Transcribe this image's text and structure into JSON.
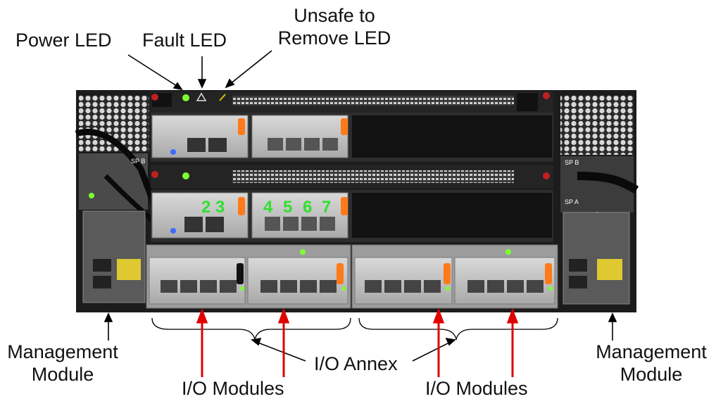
{
  "labels": {
    "power_led": "Power LED",
    "fault_led": "Fault LED",
    "unsafe_line1": "Unsafe to",
    "unsafe_line2": "Remove LED",
    "mgmt_left_line1": "Management",
    "mgmt_left_line2": "Module",
    "mgmt_right_line1": "Management",
    "mgmt_right_line2": "Module",
    "io_annex": "I/O Annex",
    "io_modules_left": "I/O Modules",
    "io_modules_right": "I/O Modules"
  },
  "hardware": {
    "sp_b_left": "SP B",
    "sp_b_right": "SP B",
    "sp_a_right": "SP A",
    "port_numbers": [
      "2",
      "3",
      "4",
      "5",
      "6",
      "7"
    ]
  },
  "colors": {
    "arrow_red": "#e00000",
    "led_green": "#7dff30",
    "led_blue": "#3a6cff",
    "tab_orange": "#ff7a1a",
    "port_number_green": "#30e030"
  }
}
